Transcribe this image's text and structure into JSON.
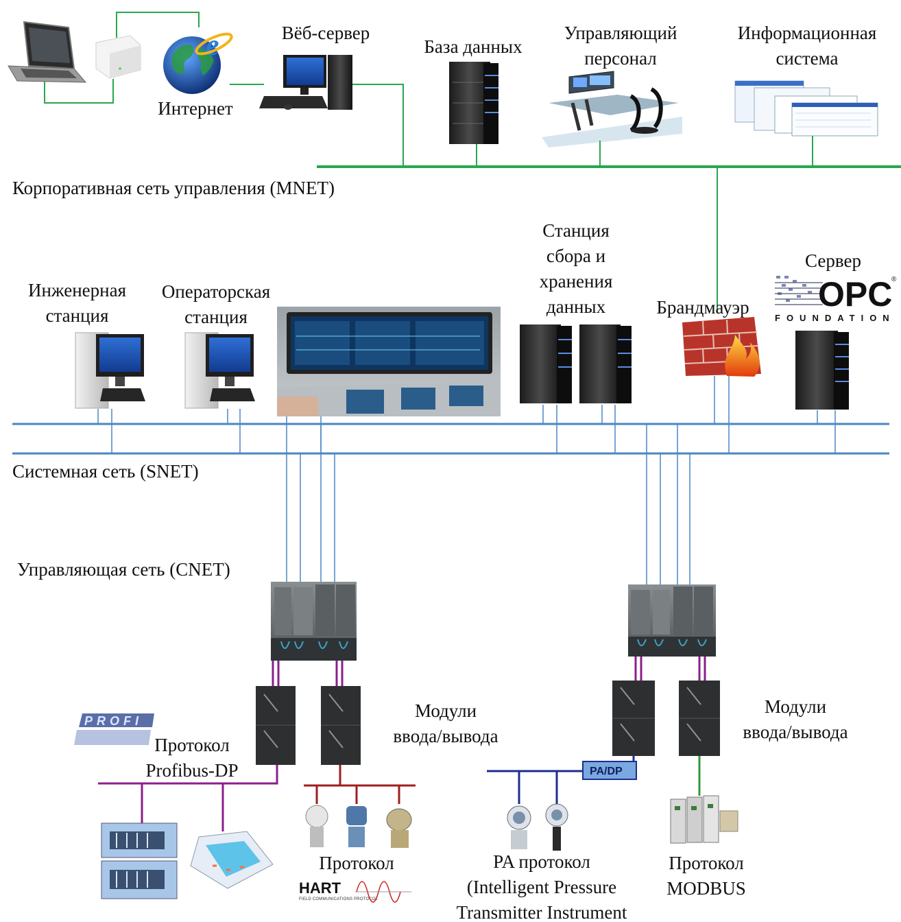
{
  "labels": {
    "internet": "Интернет",
    "web_server": "Вёб-сервер",
    "database": "База данных",
    "control_personnel": "Управляющий\nперсонал",
    "info_system": "Информационная\nсистема",
    "mnet": "Корпоративная сеть управления (MNET)",
    "engineering_station": "Инженерная\nстанция",
    "operator_station": "Операторская\nстанция",
    "data_station": "Станция\nсбора и\nхранения\nданных",
    "firewall": "Брандмауэр",
    "server": "Сервер",
    "snet": "Системная сеть (SNET)",
    "cnet": "Управляющая сеть (CNET)",
    "io_modules_left": "Модули\nввода/вывода",
    "io_modules_right": "Модули\nввода/вывода",
    "profibus": "Протокол\nProfibus-DP",
    "hart_protocol": "Протокол",
    "pa_protocol": "PA протокол\n(Intelligent Pressure\nTransmitter Instrument",
    "modbus": "Протокол\nMODBUS"
  },
  "logos": {
    "opc": "OPC",
    "opc_foundation": "FOUNDATION",
    "hart": "HART",
    "hart_sub": "FIELD COMMUNICATIONS PROTOCOL",
    "profi": "PROFI",
    "pa_dp": "PA/DP"
  },
  "colors": {
    "mnet_line": "#27a84a",
    "snet_line": "#4a86c5",
    "purple_bus": "#8b1e8b",
    "red_bus": "#a11d1d",
    "blue_bus": "#1d2e8c",
    "green_link": "#2f9a3b"
  }
}
